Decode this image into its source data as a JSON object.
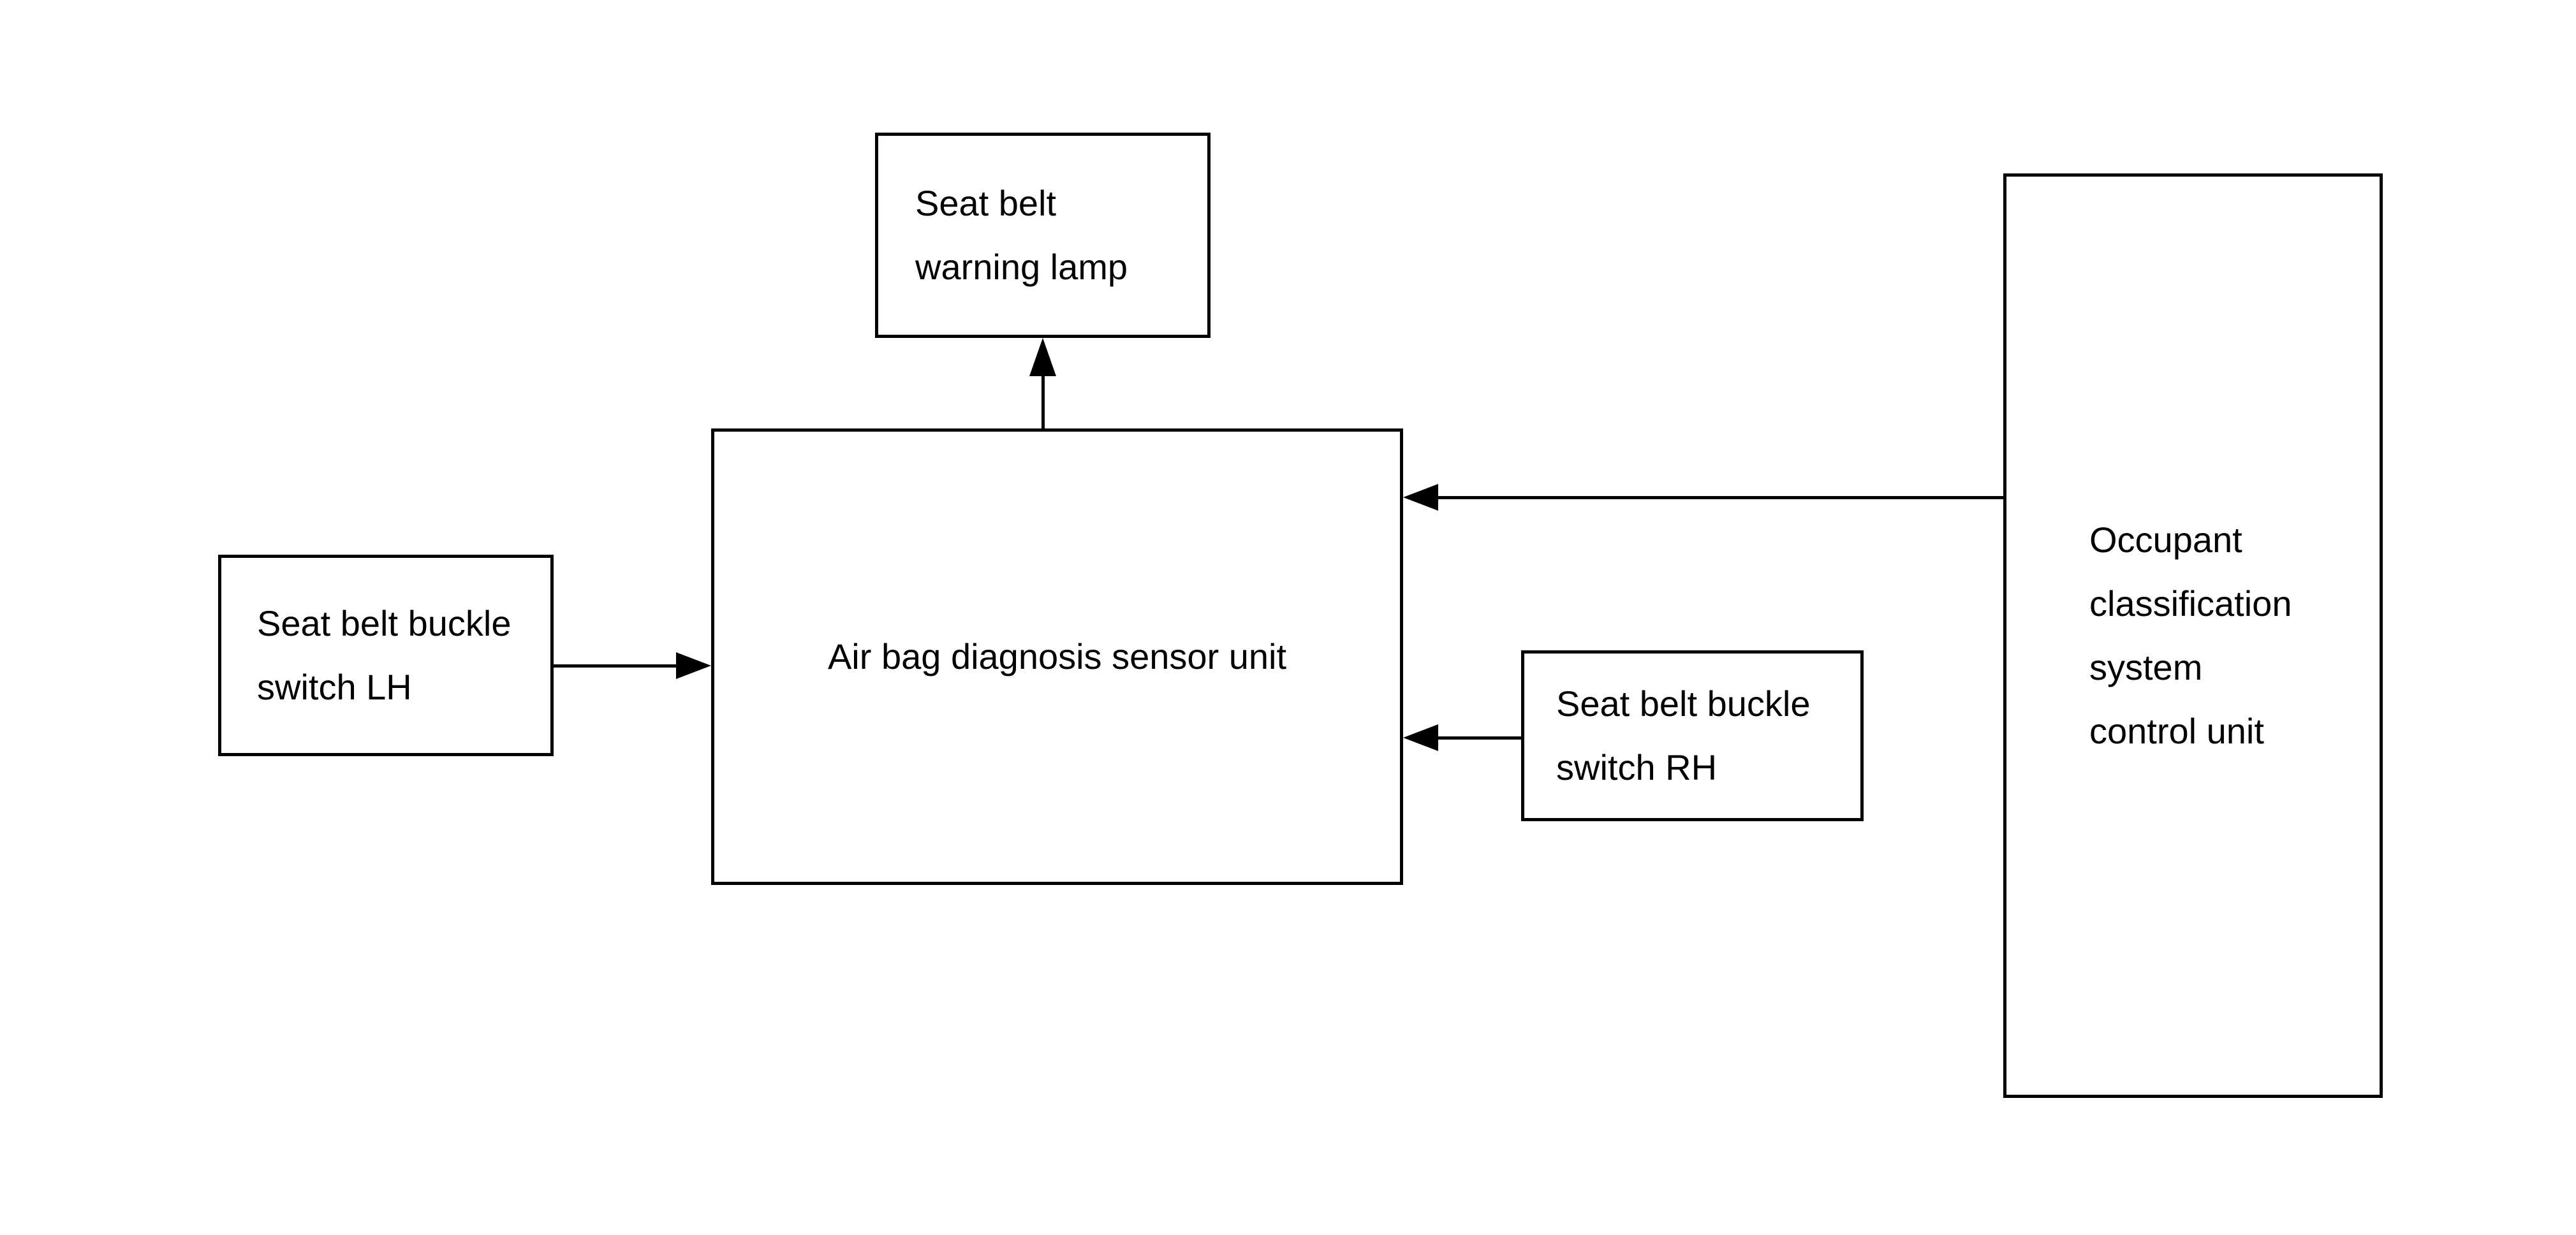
{
  "diagram": {
    "type": "block-diagram",
    "colors": {
      "background": "#ffffff",
      "line": "#000000",
      "text": "#000000"
    },
    "boxes": [
      {
        "id": "seat-belt-warning-lamp",
        "label": "Seat belt warning lamp",
        "lines": [
          "Seat belt",
          "warning lamp"
        ]
      },
      {
        "id": "air-bag-diagnosis-sensor-unit",
        "label": "Air bag diagnosis sensor unit",
        "lines": [
          "Air bag diagnosis sensor unit"
        ]
      },
      {
        "id": "seat-belt-buckle-switch-lh",
        "label": "Seat belt buckle switch LH",
        "lines": [
          "Seat belt buckle",
          "switch LH"
        ]
      },
      {
        "id": "seat-belt-buckle-switch-rh",
        "label": "Seat belt buckle switch RH",
        "lines": [
          "Seat belt buckle",
          "switch RH"
        ]
      },
      {
        "id": "occupant-classification-system-control-unit",
        "label": "Occupant classification system control unit",
        "lines": [
          "Occupant",
          "classification",
          "system",
          "control unit"
        ]
      }
    ],
    "connections": [
      {
        "from": "seat-belt-buckle-switch-lh",
        "to": "air-bag-diagnosis-sensor-unit",
        "arrow_direction": "right"
      },
      {
        "from": "air-bag-diagnosis-sensor-unit",
        "to": "seat-belt-warning-lamp",
        "arrow_direction": "up"
      },
      {
        "from": "occupant-classification-system-control-unit",
        "to": "air-bag-diagnosis-sensor-unit",
        "arrow_direction": "left"
      },
      {
        "from": "seat-belt-buckle-switch-rh",
        "to": "air-bag-diagnosis-sensor-unit",
        "arrow_direction": "left"
      }
    ]
  }
}
